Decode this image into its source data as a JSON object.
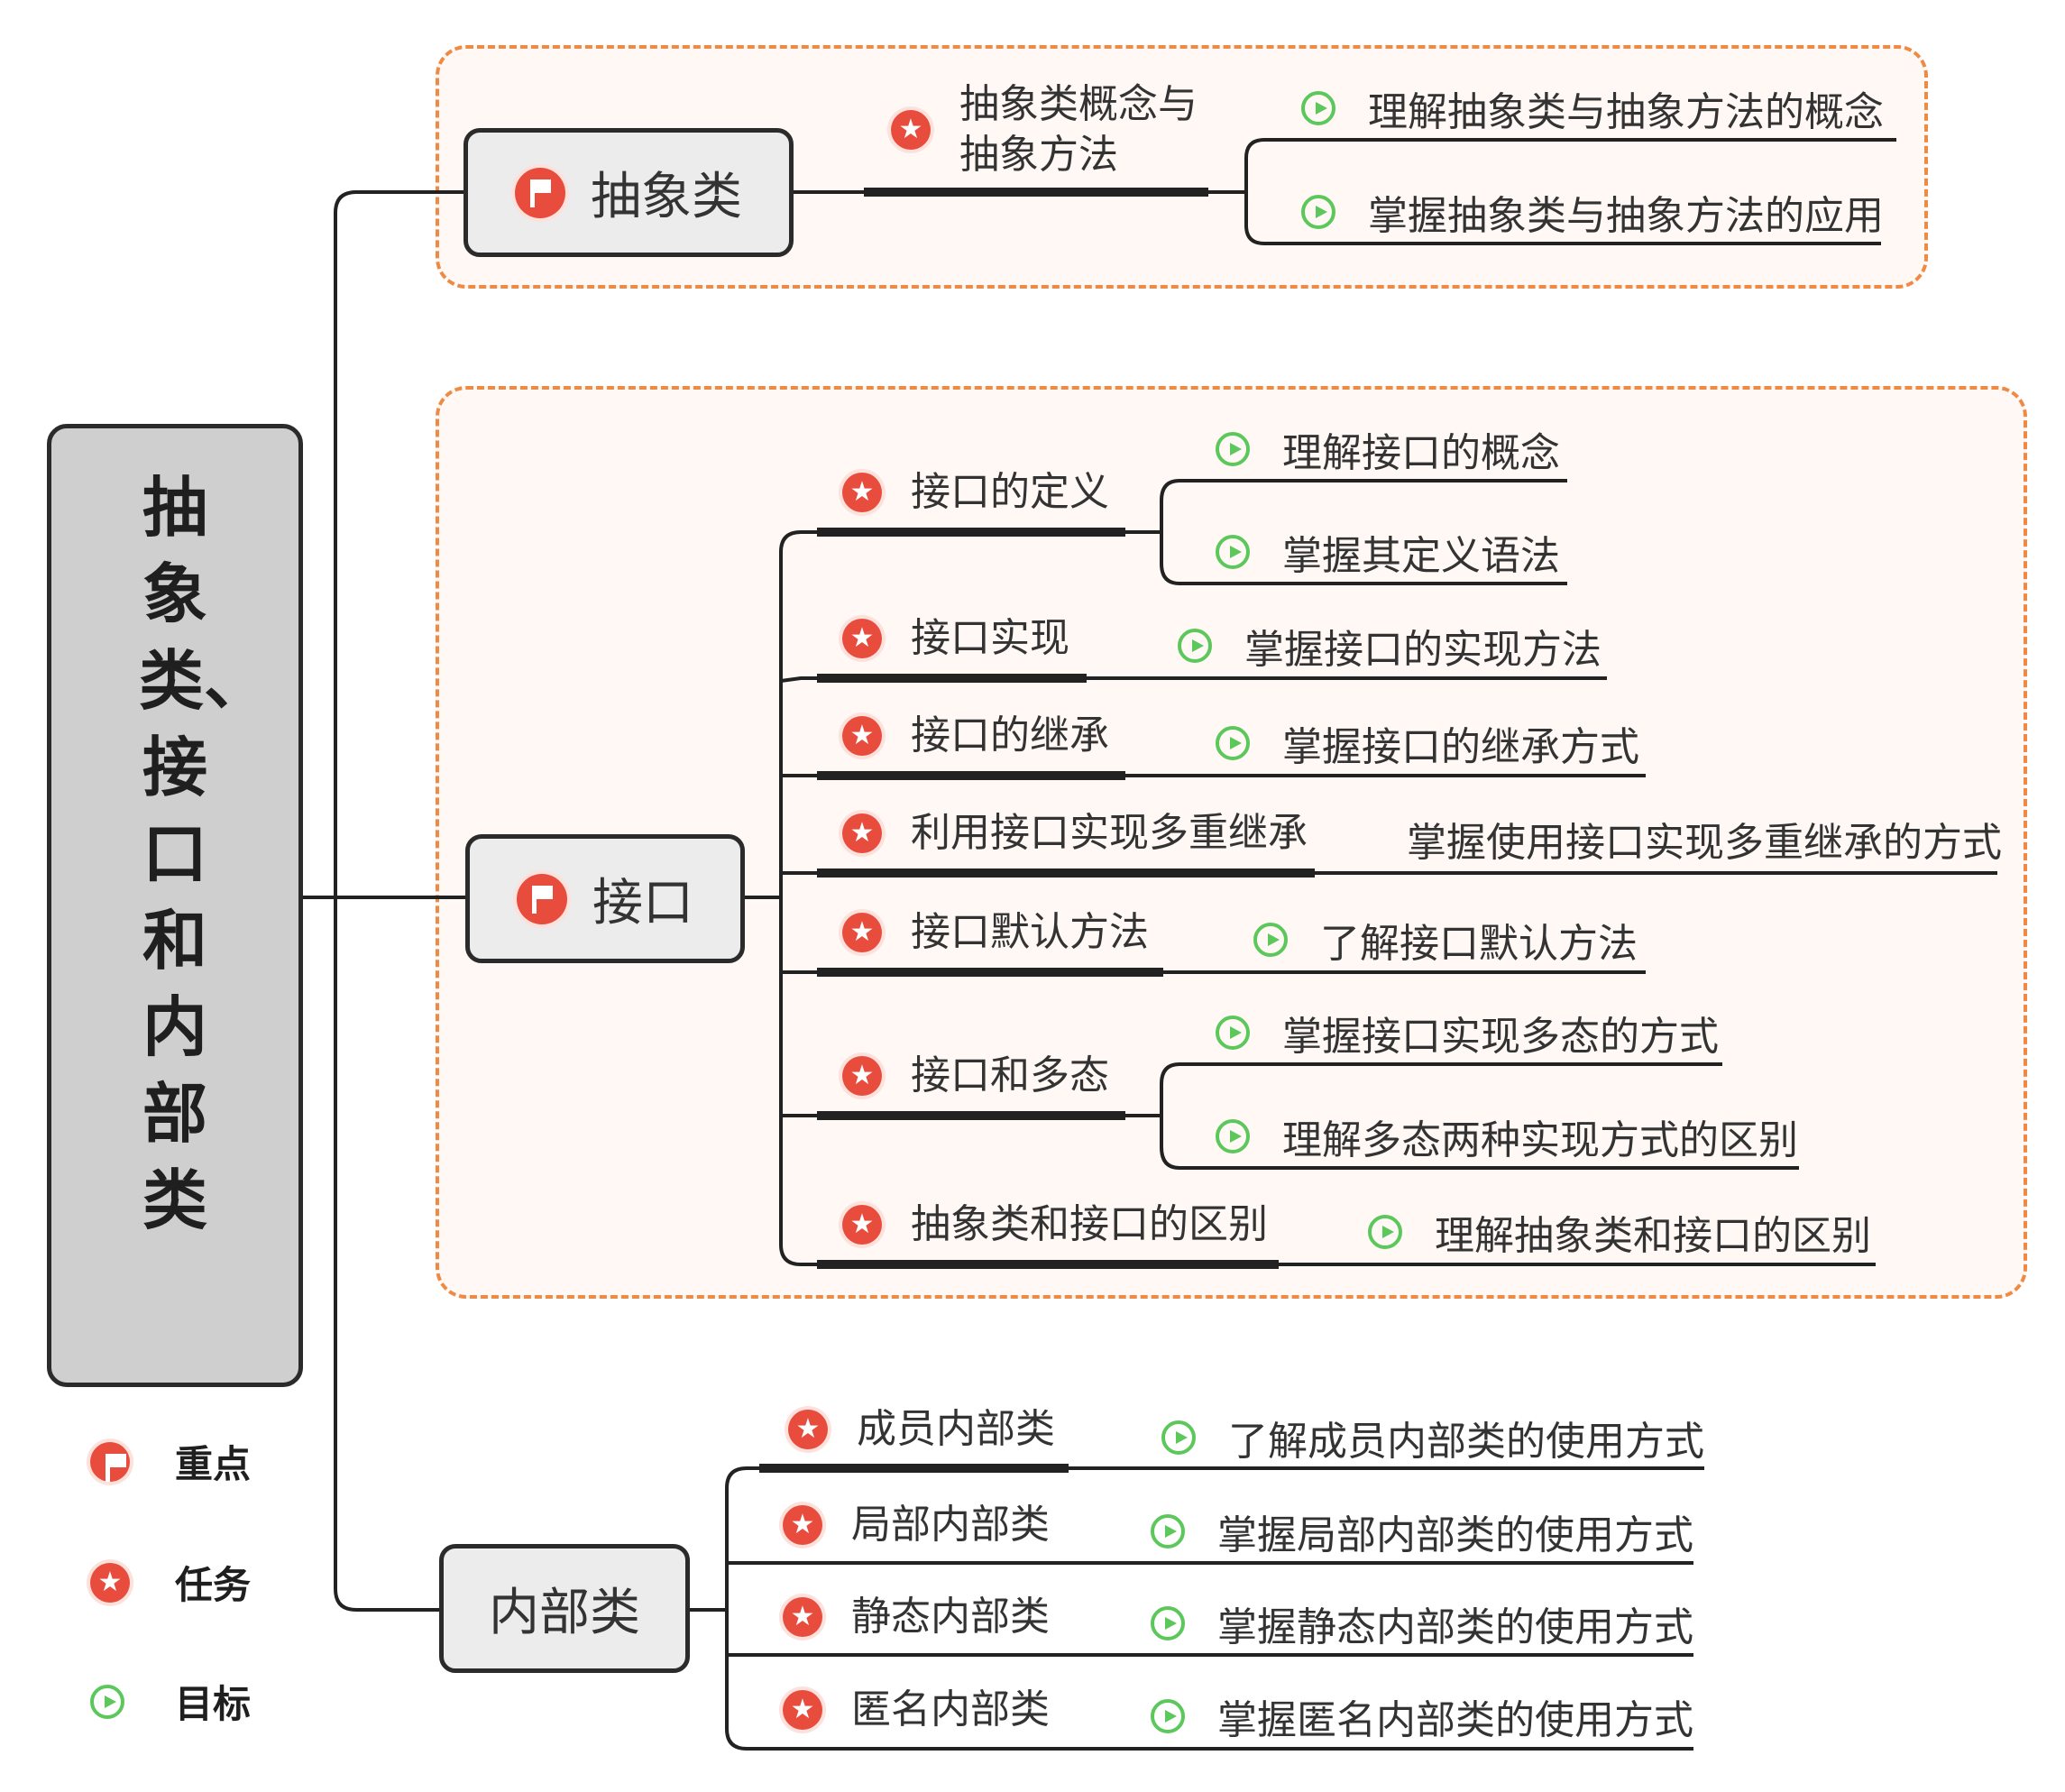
{
  "root": {
    "title": "抽象类、接口和内部类"
  },
  "branches": {
    "abstract": {
      "label": "抽象类",
      "icon": "flag-icon"
    },
    "interface": {
      "label": "接口",
      "icon": "flag-icon"
    },
    "inner": {
      "label": "内部类"
    }
  },
  "abstract_task": {
    "label": "抽象类概念与抽象方法",
    "icon": "star-icon"
  },
  "abstract_goals": [
    "理解抽象类与抽象方法的概念",
    "掌握抽象类与抽象方法的应用"
  ],
  "interface_tasks": [
    {
      "label": "接口的定义",
      "goals": [
        "理解接口的概念",
        "掌握其定义语法"
      ]
    },
    {
      "label": "接口实现",
      "goals": [
        "掌握接口的实现方法"
      ]
    },
    {
      "label": "接口的继承",
      "goals": [
        "掌握接口的继承方式"
      ]
    },
    {
      "label": "利用接口实现多重继承",
      "goals": [
        "掌握使用接口实现多重继承的方式"
      ]
    },
    {
      "label": "接口默认方法",
      "goals": [
        "了解接口默认方法"
      ]
    },
    {
      "label": "接口和多态",
      "goals": [
        "掌握接口实现多态的方式",
        "理解多态两种实现方式的区别"
      ]
    },
    {
      "label": "抽象类和接口的区别",
      "goals": [
        "理解抽象类和接口的区别"
      ]
    }
  ],
  "inner_tasks": [
    {
      "label": "成员内部类",
      "goals": [
        "了解成员内部类的使用方式"
      ]
    },
    {
      "label": "局部内部类",
      "goals": [
        "掌握局部内部类的使用方式"
      ]
    },
    {
      "label": "静态内部类",
      "goals": [
        "掌握静态内部类的使用方式"
      ]
    },
    {
      "label": "匿名内部类",
      "goals": [
        "掌握匿名内部类的使用方式"
      ]
    }
  ],
  "legend": [
    {
      "icon": "flag-icon",
      "label": "重点"
    },
    {
      "icon": "star-icon",
      "label": "任务"
    },
    {
      "icon": "play-icon",
      "label": "目标"
    }
  ],
  "colors": {
    "task": "#e84c3d",
    "goal": "#5cc85c",
    "region_border": "#ef8a45",
    "line": "#222222"
  }
}
